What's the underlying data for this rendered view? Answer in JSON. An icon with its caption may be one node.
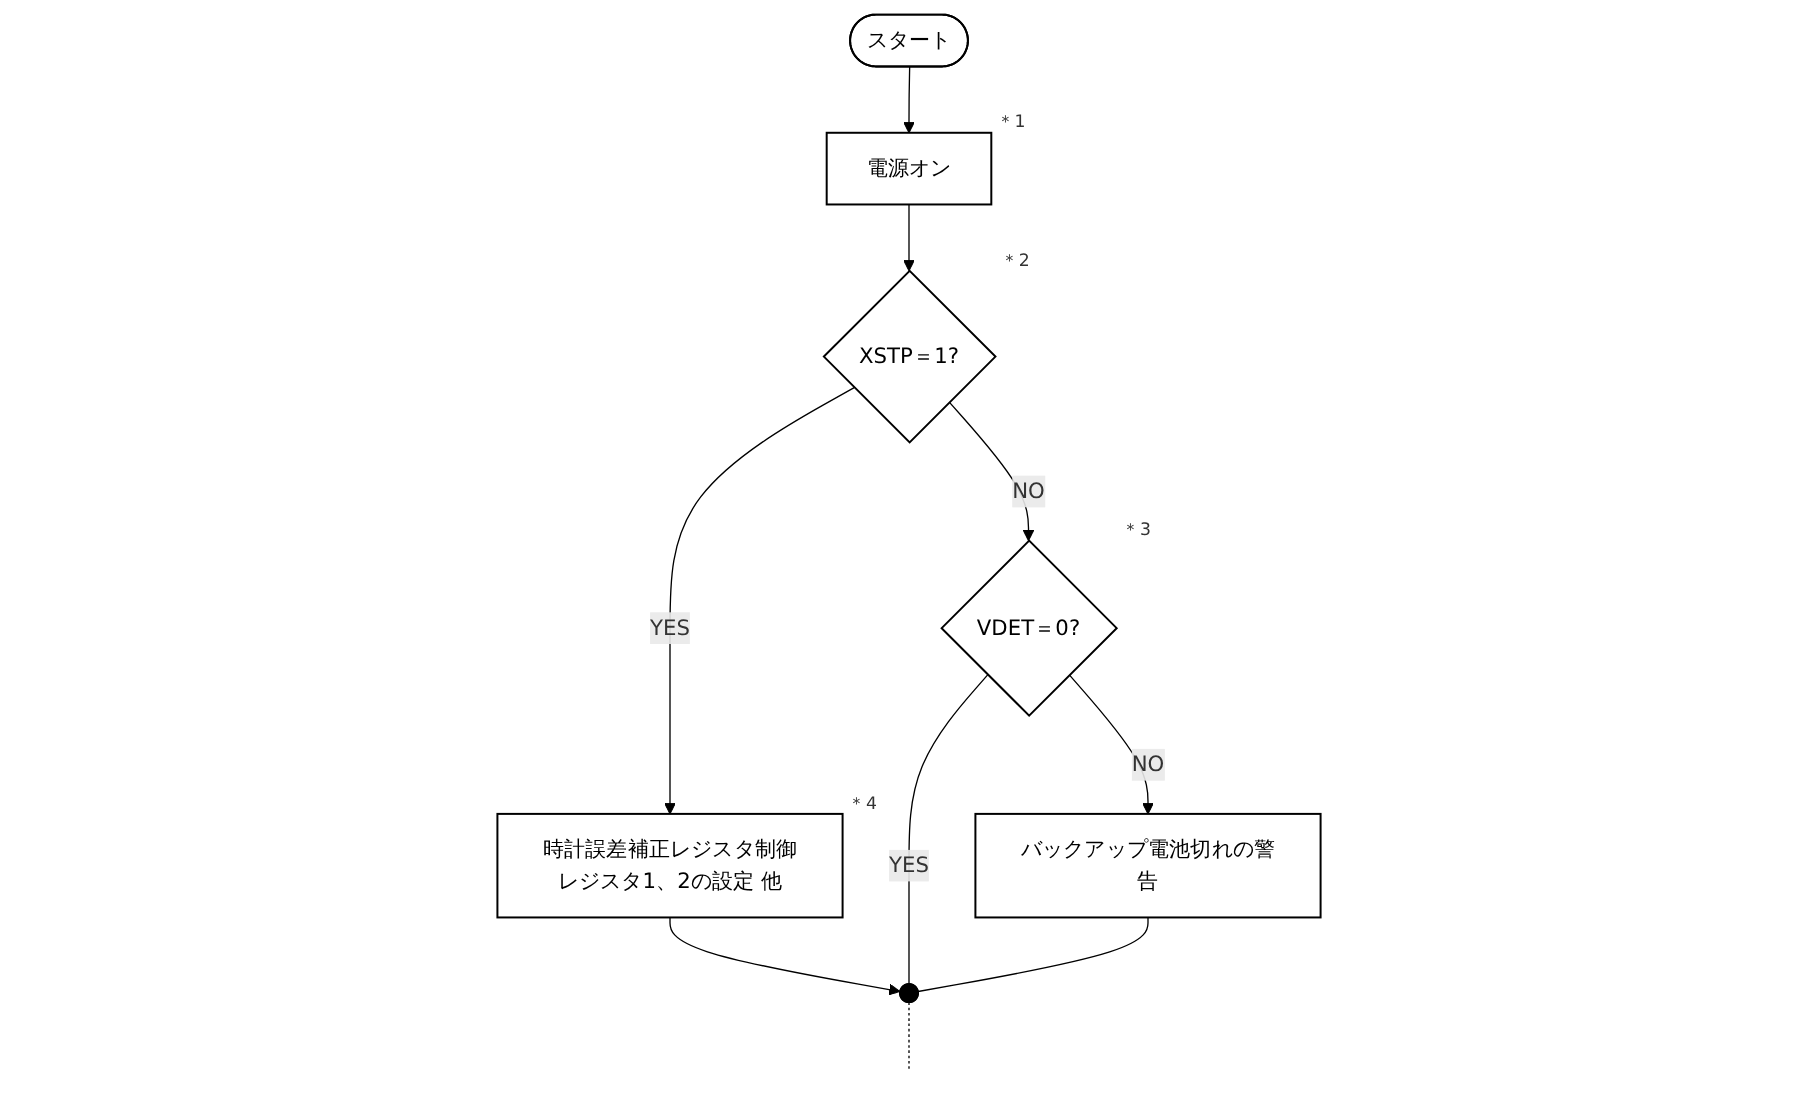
{
  "diagram": {
    "nodes": [
      {
        "text": [
          "スタート"
        ]
      },
      {
        "text": [
          "電源オン"
        ],
        "beside": [
          "＊1"
        ]
      },
      {
        "text": [
          "XSTP＝1?"
        ],
        "beside": [
          "＊2"
        ]
      },
      {
        "text": [
          "時計誤差補正レジスタ制御レジスタ1、2の設定 他"
        ],
        "beside": [
          "＊4"
        ]
      },
      {
        "text": [
          "VDET＝0?"
        ],
        "beside": [
          "＊3"
        ]
      },
      {
        "text": [
          "バックアップ電池切れの警告"
        ]
      },
      {
        "text": [],
        "shape": "dot"
      }
    ],
    "edges": [
      {
        "from": 0,
        "to": 1,
        "arrow": "to"
      },
      {
        "from": 1,
        "to": 2,
        "arrow": "to"
      },
      {
        "from": 2,
        "to": 3,
        "arrow": "to",
        "label": "YES"
      },
      {
        "from": 2,
        "to": 4,
        "arrow": "to",
        "label": "NO"
      },
      {
        "from": 4,
        "to": 5,
        "arrow": "to",
        "label": "NO"
      },
      {
        "from": 3,
        "to": 6,
        "arrow": "to"
      },
      {
        "from": 4,
        "to": 6,
        "arrow": "none",
        "label": "YES"
      },
      {
        "from": 5,
        "to": 6,
        "arrow": "none"
      },
      {
        "from": 6,
        "to": null,
        "arrow": "none",
        "style": "dashed"
      }
    ]
  }
}
